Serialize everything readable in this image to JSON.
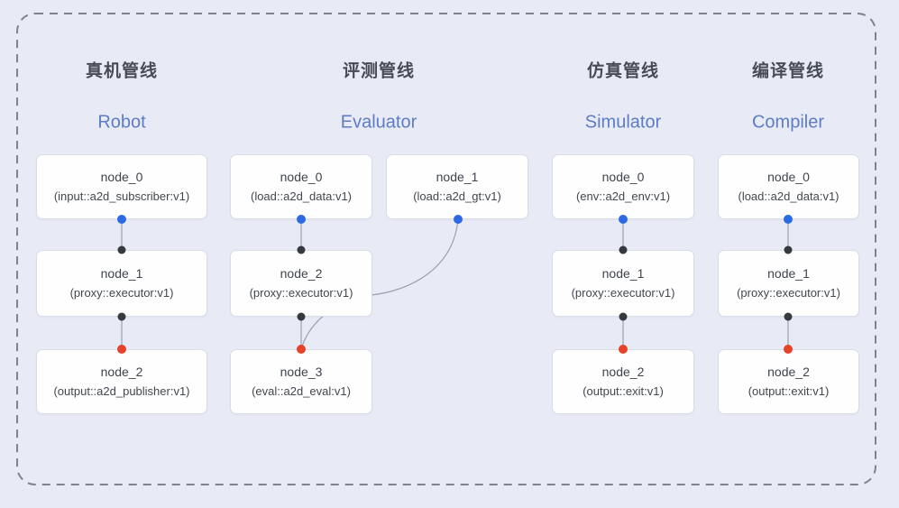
{
  "diagram_title": "pipeline-overview",
  "colors": {
    "background": "#e8ebf6",
    "frame_dash": "#7d828c",
    "node_border": "#d9dde5",
    "node_fill": "#fefefe",
    "edge_line": "#9ba2ae",
    "port_output_blue": "#2b6ae3",
    "port_intermediate_black": "#36393e",
    "port_final_red": "#e64129",
    "title_en_blue": "#5d7cc6",
    "title_zh_gray": "#474c54"
  },
  "pipelines": [
    {
      "title_zh": "真机管线",
      "title_en": "Robot",
      "nodes": [
        {
          "name": "node_0",
          "spec": "(input::a2d_subscriber:v1)"
        },
        {
          "name": "node_1",
          "spec": "(proxy::executor:v1)"
        },
        {
          "name": "node_2",
          "spec": "(output::a2d_publisher:v1)"
        }
      ]
    },
    {
      "title_zh": "评测管线",
      "title_en": "Evaluator",
      "nodes": [
        {
          "name": "node_0",
          "spec": "(load::a2d_data:v1)"
        },
        {
          "name": "node_1",
          "spec": "(load::a2d_gt:v1)"
        },
        {
          "name": "node_2",
          "spec": "(proxy::executor:v1)"
        },
        {
          "name": "node_3",
          "spec": "(eval::a2d_eval:v1)"
        }
      ]
    },
    {
      "title_zh": "仿真管线",
      "title_en": "Simulator",
      "nodes": [
        {
          "name": "node_0",
          "spec": "(env::a2d_env:v1)"
        },
        {
          "name": "node_1",
          "spec": "(proxy::executor:v1)"
        },
        {
          "name": "node_2",
          "spec": "(output::exit:v1)"
        }
      ]
    },
    {
      "title_zh": "编译管线",
      "title_en": "Compiler",
      "nodes": [
        {
          "name": "node_0",
          "spec": "(load::a2d_data:v1)"
        },
        {
          "name": "node_1",
          "spec": "(proxy::executor:v1)"
        },
        {
          "name": "node_2",
          "spec": "(output::exit:v1)"
        }
      ]
    }
  ]
}
